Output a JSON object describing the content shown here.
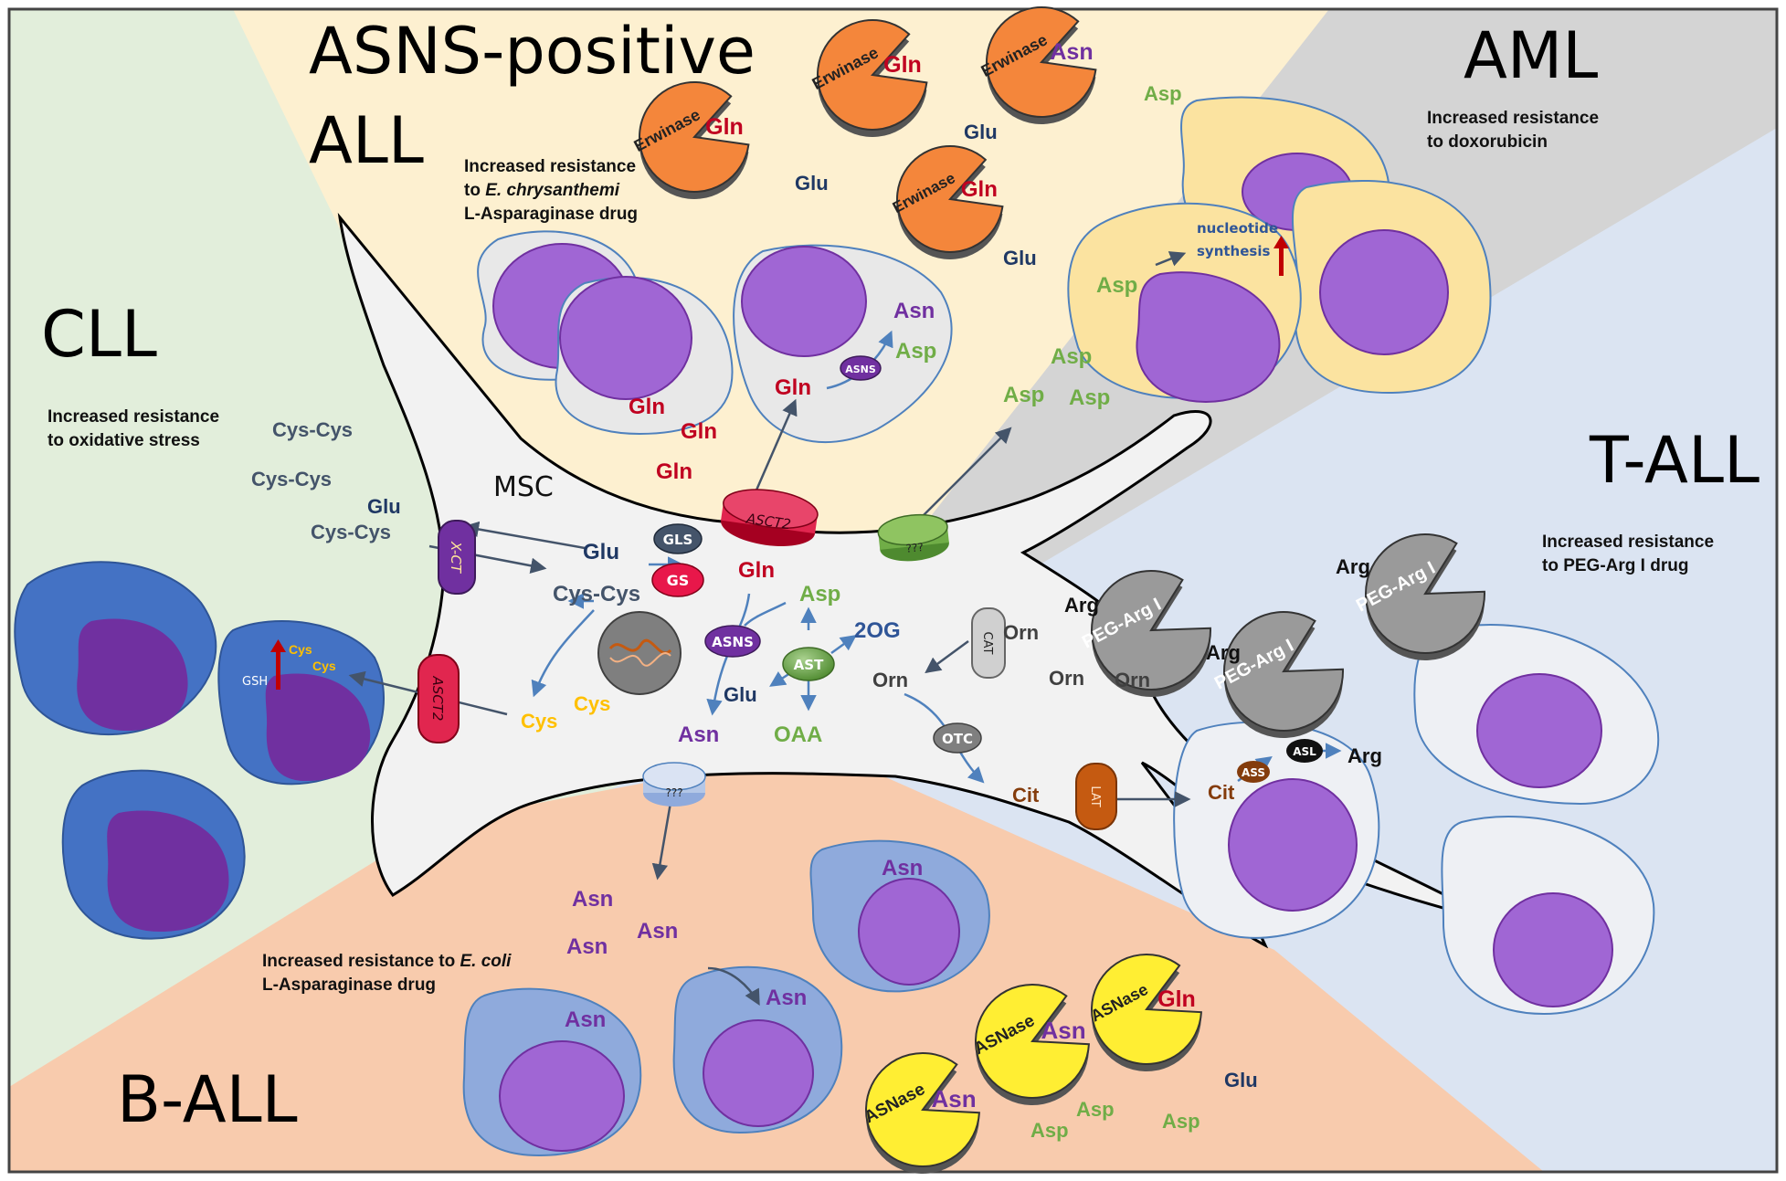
{
  "regions": {
    "asns_all": {
      "title_line1": "ASNS-positive",
      "title_line2": "ALL",
      "note_line1": "Increased resistance",
      "note_line2_prefix": "to ",
      "note_line2_italic": "E. chrysanthemi",
      "note_line3": "L-Asparaginase drug"
    },
    "aml": {
      "title": "AML",
      "note_line1": "Increased resistance",
      "note_line2": "to doxorubicin"
    },
    "cll": {
      "title": "CLL",
      "note_line1": "Increased resistance",
      "note_line2": "to oxidative stress"
    },
    "tall": {
      "title": "T-ALL",
      "note_line1": "Increased resistance",
      "note_line2": "to PEG-Arg I drug"
    },
    "ball": {
      "title": "B-ALL",
      "note_line1_prefix": "Increased resistance to ",
      "note_line1_italic": "E. coli",
      "note_line2": "L-Asparaginase drug"
    }
  },
  "msc": {
    "label": "MSC"
  },
  "transporters": {
    "xct": "X-CT",
    "asct2_top": "ASCT2",
    "asct2_left": "ASCT2",
    "unknown_green": "???",
    "unknown_blue": "???",
    "cat": "CAT",
    "lat": "LAT"
  },
  "enzymes": {
    "gls": "GLS",
    "gs": "GS",
    "asns": "ASNS",
    "asns_cell": "ASNS",
    "ast": "AST",
    "otc": "OTC",
    "ass": "ASS",
    "asl": "ASL"
  },
  "drugs": {
    "erwinase": "Erwinase",
    "peg_arg": "PEG-Arg I",
    "asnase": "ASNase"
  },
  "molecules": {
    "gln": "Gln",
    "asn": "Asn",
    "asp": "Asp",
    "glu": "Glu",
    "cys_cys": "Cys-Cys",
    "cys": "Cys",
    "gsh": "GSH",
    "two_og": "2OG",
    "oaa": "OAA",
    "orn": "Orn",
    "cit": "Cit",
    "arg": "Arg",
    "nucleotide_line1": "nucleotide",
    "nucleotide_line2": "synthesis"
  },
  "colors": {
    "bg_cll": "#e2eedb",
    "bg_asns": "#fdf0d0",
    "bg_aml": "#d4d4d4",
    "bg_tall": "#dbe4f2",
    "bg_ball": "#f8cbad",
    "msc": "#f2f2f2",
    "nucleus": "#a066d4",
    "gln": "#c00020",
    "asn": "#7030a0",
    "asp": "#70ad47",
    "glu": "#1f3864",
    "cys": "#ffc000",
    "cyscys": "#44546a",
    "orn": "#404040",
    "cit": "#843c0c",
    "erwinase": "#f4863b",
    "asnase": "#ffee33",
    "peg": "#9a9a9a"
  }
}
